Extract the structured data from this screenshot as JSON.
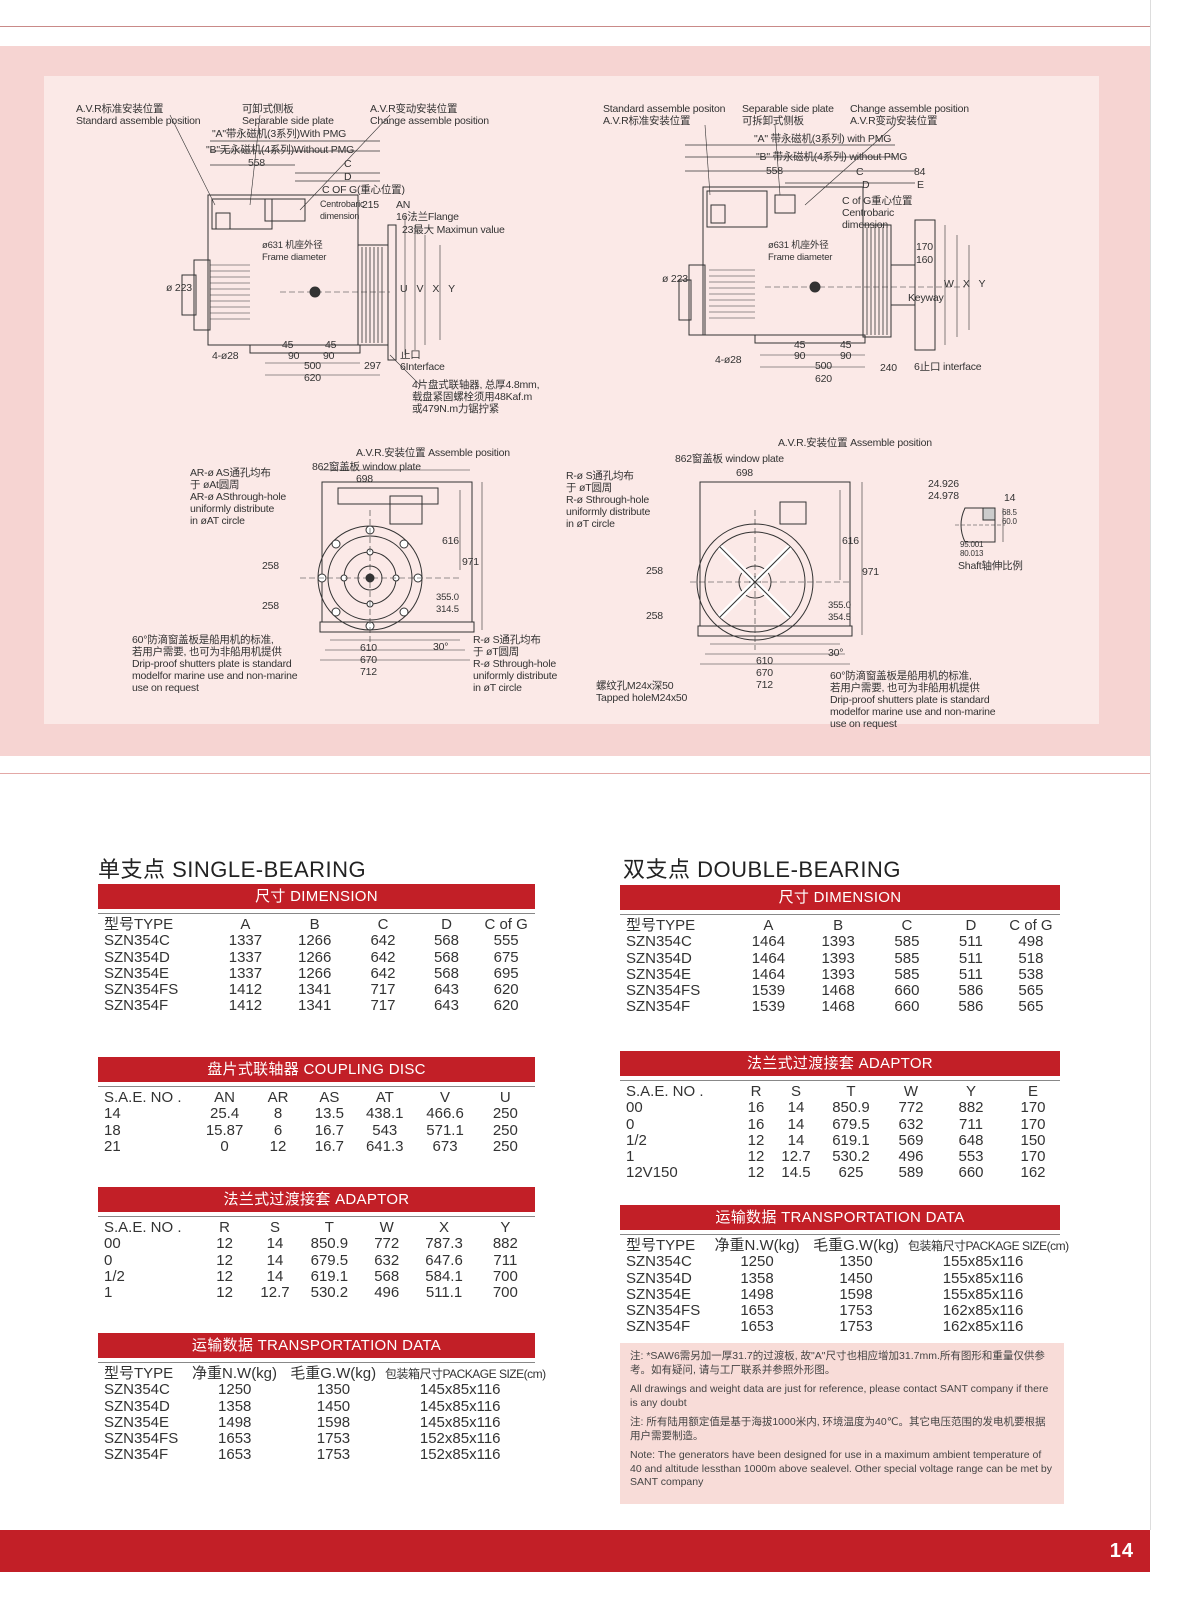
{
  "diagram_labels": {
    "tl_avr_std": "A.V.R标准安装位置\nStandard assemble position",
    "tl_side": "可卸式侧板\nSeparable side plate",
    "tl_avr_change": "A.V.R变动安装位置\nChange assemble position",
    "tl_a_pmg": "\"A\"带永磁机(3系列)With PMG",
    "tl_b_pmg": "\"B\"无永磁机(4系列)Without PMG",
    "tl_558": "558",
    "tl_c": "C",
    "tl_d": "D",
    "tl_cofg": "C OF G(重心位置)",
    "tl_centro": "Centrobaric\ndimension",
    "tl_215": "215",
    "tl_an": "AN",
    "tl_flange": "16法兰Flange",
    "tl_max": "23最大 Maximun value",
    "tl_frame": "ø631 机座外径\nFrame diameter",
    "tl_223": "ø 223",
    "tl_uvxy": "U  V  X  Y",
    "tl_428": "4-ø28",
    "tl_45": "45",
    "tl_90": "90",
    "tl_45b": "45",
    "tl_90b": "90",
    "tl_500": "500",
    "tl_620": "620",
    "tl_297": "297",
    "tl_interface": "止口\n6Interface",
    "tl_disc": "4片盘式联轴器, 总厚4.8mm,\n载盘紧固螺栓须用48Kaf.m\n或479N.m力锯拧紧",
    "tr_std": "Standard assemble positon\nA.V.R标准安装位置",
    "tr_side": "Separable side plate\n可拆卸式侧板",
    "tr_change": "Change assemble position\nA.V.R变动安装位置",
    "tr_a_pmg": "\"A\" 带永磁机(3系列) with PMG",
    "tr_b_pmg": "\"B\" 带永磁机(4系列) without PMG",
    "tr_558": "558",
    "tr_c": "C",
    "tr_d": "D",
    "tr_84": "84",
    "tr_e": "E",
    "tr_cofg": "C of G重心位置\nCentrobaric\ndimension",
    "tr_170": "170",
    "tr_160": "160",
    "tr_keyway": "Keyway",
    "tr_wxy": "W  X  Y",
    "tr_frame": "ø631 机座外径\nFrame diameter",
    "tr_223": "ø 223",
    "tr_428": "4-ø28",
    "tr_45": "45",
    "tr_90": "90",
    "tr_45b": "45",
    "tr_90b": "90",
    "tr_500": "500",
    "tr_620": "620",
    "tr_240": "240",
    "tr_interface": "6止口 interface",
    "bl_avr": "A.V.R.安装位置 Assemble position",
    "bl_window": "862窗盖板 window plate",
    "bl_698": "698",
    "bl_ar": "AR-ø AS通孔均布\n于 øAt圆周\nAR-ø ASthrough-hole\nuniformly distribute\nin øAT circle",
    "bl_616": "616",
    "bl_971": "971",
    "bl_258a": "258",
    "bl_258b": "258",
    "bl_355": "355.0\n314.5",
    "bl_30": "30°",
    "bl_610": "610",
    "bl_670": "670",
    "bl_712": "712",
    "bl_r": "R-ø S通孔均布\n于 øT圆周\nR-ø Sthrough-hole\nuniformly distribute\nin øT circle",
    "bl_shutter": "60°防滴窗盖板是船用机的标准,\n若用户需要, 也可为非船用机提供\nDrip-proof shutters plate is standard\nmodelfor marine use and non-marine\nuse on request",
    "br_avr": "A.V.R.安装位置 Assemble position",
    "br_window": "862窗盖板 window plate",
    "br_698": "698",
    "br_r": "R-ø S通孔均布\n于 øT圆周\nR-ø Sthrough-hole\nuniformly distribute\nin øT circle",
    "br_616": "616",
    "br_971": "971",
    "br_258a": "258",
    "br_258b": "258",
    "br_355": "355.0\n354.5",
    "br_30": "30°",
    "br_610": "610",
    "br_670": "670",
    "br_712": "712",
    "br_tapped": "螺纹孔M24x深50\nTapped holeM24x50",
    "br_shutter": "60°防滴窗盖板是船用机的标准,\n若用户需要, 也可为非船用机提供\nDrip-proof shutters plate is standard\nmodelfor marine use and non-marine\nuse on request",
    "shaft_24": "24.926\n24.978",
    "shaft_14": "14",
    "shaft_dims": "68.5\n60.0",
    "shaft_ratio": "95.001\n80.013",
    "shaft_label": "Shaft轴伸比例"
  },
  "single": {
    "title": "单支点 SINGLE-BEARING",
    "dimension": {
      "bar": "尺寸 DIMENSION",
      "columns": [
        "型号TYPE",
        "A",
        "B",
        "C",
        "D",
        "C of G"
      ],
      "rows": [
        [
          "SZN354C",
          "1337",
          "1266",
          "642",
          "568",
          "555"
        ],
        [
          "SZN354D",
          "1337",
          "1266",
          "642",
          "568",
          "675"
        ],
        [
          "SZN354E",
          "1337",
          "1266",
          "642",
          "568",
          "695"
        ],
        [
          "SZN354FS",
          "1412",
          "1341",
          "717",
          "643",
          "620"
        ],
        [
          "SZN354F",
          "1412",
          "1341",
          "717",
          "643",
          "620"
        ]
      ]
    },
    "coupling": {
      "bar": "盘片式联轴器 COUPLING DISC",
      "columns": [
        "S.A.E. NO .",
        "AN",
        "AR",
        "AS",
        "AT",
        "V",
        "U"
      ],
      "rows": [
        [
          "14",
          "25.4",
          "8",
          "13.5",
          "438.1",
          "466.6",
          "250"
        ],
        [
          "18",
          "15.87",
          "6",
          "16.7",
          "543",
          "571.1",
          "250"
        ],
        [
          "21",
          "0",
          "12",
          "16.7",
          "641.3",
          "673",
          "250"
        ]
      ]
    },
    "adaptor": {
      "bar": "法兰式过渡接套 ADAPTOR",
      "columns": [
        "S.A.E. NO .",
        "R",
        "S",
        "T",
        "W",
        "X",
        "Y"
      ],
      "rows": [
        [
          "00",
          "12",
          "14",
          "850.9",
          "772",
          "787.3",
          "882"
        ],
        [
          "0",
          "12",
          "14",
          "679.5",
          "632",
          "647.6",
          "711"
        ],
        [
          "1/2",
          "12",
          "14",
          "619.1",
          "568",
          "584.1",
          "700"
        ],
        [
          "1",
          "12",
          "12.7",
          "530.2",
          "496",
          "511.1",
          "700"
        ]
      ]
    },
    "transport": {
      "bar": "运输数据 TRANSPORTATION DATA",
      "columns": [
        "型号TYPE",
        "净重N.W(kg)",
        "毛重G.W(kg)",
        "包装箱尺寸PACKAGE SIZE(cm)"
      ],
      "rows": [
        [
          "SZN354C",
          "1250",
          "1350",
          "145x85x116"
        ],
        [
          "SZN354D",
          "1358",
          "1450",
          "145x85x116"
        ],
        [
          "SZN354E",
          "1498",
          "1598",
          "145x85x116"
        ],
        [
          "SZN354FS",
          "1653",
          "1753",
          "152x85x116"
        ],
        [
          "SZN354F",
          "1653",
          "1753",
          "152x85x116"
        ]
      ]
    }
  },
  "double": {
    "title": "双支点 DOUBLE-BEARING",
    "dimension": {
      "bar": "尺寸 DIMENSION",
      "columns": [
        "型号TYPE",
        "A",
        "B",
        "C",
        "D",
        "C of G"
      ],
      "rows": [
        [
          "SZN354C",
          "1464",
          "1393",
          "585",
          "511",
          "498"
        ],
        [
          "SZN354D",
          "1464",
          "1393",
          "585",
          "511",
          "518"
        ],
        [
          "SZN354E",
          "1464",
          "1393",
          "585",
          "511",
          "538"
        ],
        [
          "SZN354FS",
          "1539",
          "1468",
          "660",
          "586",
          "565"
        ],
        [
          "SZN354F",
          "1539",
          "1468",
          "660",
          "586",
          "565"
        ]
      ]
    },
    "adaptor": {
      "bar": "法兰式过渡接套 ADAPTOR",
      "columns": [
        "S.A.E. NO .",
        "R",
        "S",
        "T",
        "W",
        "Y",
        "E"
      ],
      "rows": [
        [
          "00",
          "16",
          "14",
          "850.9",
          "772",
          "882",
          "170"
        ],
        [
          "0",
          "16",
          "14",
          "679.5",
          "632",
          "711",
          "170"
        ],
        [
          "1/2",
          "12",
          "14",
          "619.1",
          "569",
          "648",
          "150"
        ],
        [
          "1",
          "12",
          "12.7",
          "530.2",
          "496",
          "553",
          "170"
        ],
        [
          "12V150",
          "12",
          "14.5",
          "625",
          "589",
          "660",
          "162"
        ]
      ]
    },
    "transport": {
      "bar": "运输数据 TRANSPORTATION DATA",
      "columns": [
        "型号TYPE",
        "净重N.W(kg)",
        "毛重G.W(kg)",
        "包装箱尺寸PACKAGE SIZE(cm)"
      ],
      "rows": [
        [
          "SZN354C",
          "1250",
          "1350",
          "155x85x116"
        ],
        [
          "SZN354D",
          "1358",
          "1450",
          "155x85x116"
        ],
        [
          "SZN354E",
          "1498",
          "1598",
          "155x85x116"
        ],
        [
          "SZN354FS",
          "1653",
          "1753",
          "162x85x116"
        ],
        [
          "SZN354F",
          "1653",
          "1753",
          "162x85x116"
        ]
      ]
    }
  },
  "notes": {
    "n1": "注: *SAW6需另加一厚31.7的过渡板, 故\"A\"尺寸也相应增加31.7mm.所有图形和重量仅供参考。如有疑问, 请与工厂联系并参照外形图。",
    "n2": "All drawings and weight data are just for reference, please contact SANT company if there is any doubt",
    "n3": "注: 所有陆用额定值是基于海拔1000米内, 环境温度为40℃。其它电压范围的发电机要根据用户需要制造。",
    "n4": "Note: The generators have been designed for use in a maximum ambient temperature of 40    and altitude lessthan 1000m above sealevel. Other special voltage range can be met by SANT company"
  },
  "page_number": "14"
}
